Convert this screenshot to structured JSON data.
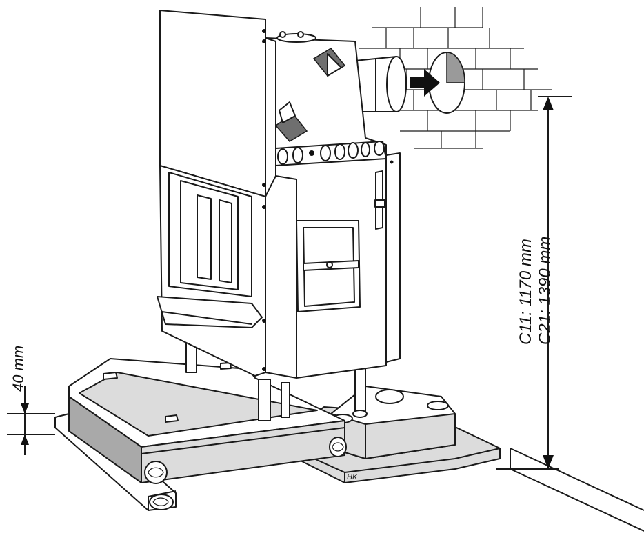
{
  "dimensions": {
    "vertical_top": "C11: 1170 mm",
    "vertical_bottom": "C21: 1390 mm",
    "left_height": "40 mm"
  },
  "marking": {
    "plate": "HK"
  }
}
